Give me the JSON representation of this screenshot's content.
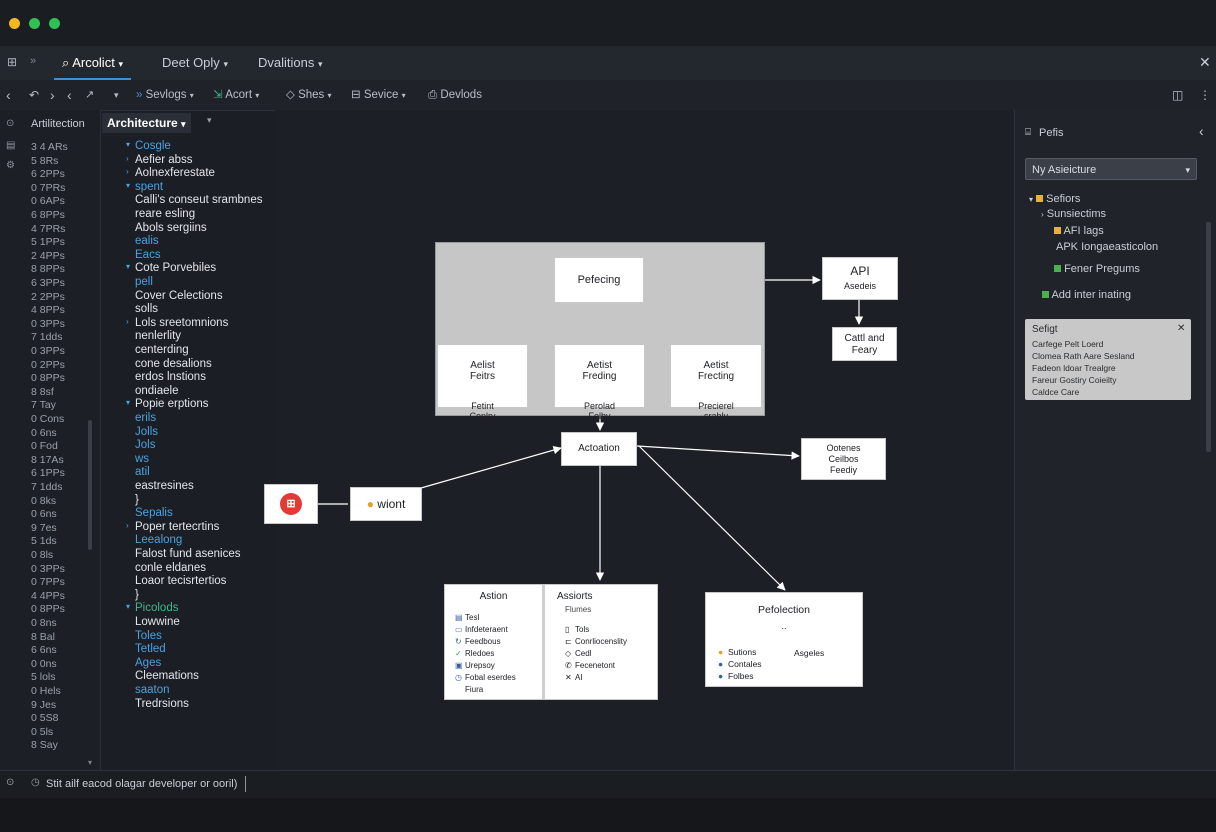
{
  "tabs": [
    "Arcolict",
    "Deet Oply",
    "Dvalitions"
  ],
  "toolbar": {
    "items": [
      "Sevlogs",
      "Acort",
      "Shes",
      "Sevice",
      "Devlods"
    ]
  },
  "left_panel": {
    "title": "Artilitection",
    "lines": [
      "3 4 ARs",
      "5 8Rs",
      "6 2PPs",
      "0 7PRs",
      "0 6APs",
      "6 8PPs",
      "4 7PRs",
      "5 1PPs",
      "2 4PPs",
      "8 8PPs",
      "6 3PPs",
      "2 2PPs",
      "4 8PPs",
      "0 3PPs",
      "7 1dds",
      "0 3PPs",
      "0 2PPs",
      "0 8PPs",
      "8 8sf",
      "7 Tay",
      "0 Cons",
      "0 6ns",
      "0 Fod",
      "8 17As",
      "6 1PPs",
      "7 1dds",
      "0 8ks",
      "0 6ns",
      "9 7es",
      "5 1ds",
      "0 8ls",
      "0 3PPs",
      "0 7PPs",
      "4 4PPs",
      "0 8PPs",
      "0 8ns",
      "8 Bal",
      "6 6ns",
      "0 0ns",
      "5 lols",
      "0 Hels",
      "9 Jes",
      "0 5S8",
      "0 5ls",
      "8 Say"
    ]
  },
  "tree": {
    "header": "Architecture",
    "lines": [
      {
        "t": "Cosgle",
        "c": "blue"
      },
      {
        "t": "Aefier abss",
        "c": "white"
      },
      {
        "t": "Aolnexferestate",
        "c": "white"
      },
      {
        "t": "spent",
        "c": "blue"
      },
      {
        "t": "Calli's conseut srambnes",
        "c": "white"
      },
      {
        "t": "reare esling",
        "c": "white"
      },
      {
        "t": "Abols sergiins",
        "c": "white"
      },
      {
        "t": "ealis",
        "c": "blue"
      },
      {
        "t": "Eacs",
        "c": "blue"
      },
      {
        "t": "Cote Porvebiles",
        "c": "white"
      },
      {
        "t": "pell",
        "c": "blue"
      },
      {
        "t": "Cover Celections",
        "c": "white"
      },
      {
        "t": "solls",
        "c": "white"
      },
      {
        "t": "Lols sreetomnions",
        "c": "white"
      },
      {
        "t": "nenlerlity",
        "c": "white"
      },
      {
        "t": "centerding",
        "c": "white"
      },
      {
        "t": "cone desalions",
        "c": "white"
      },
      {
        "t": "erdos lnstions",
        "c": "white"
      },
      {
        "t": "ondiaele",
        "c": "white"
      },
      {
        "t": "Popie erptions",
        "c": "white"
      },
      {
        "t": "erils",
        "c": "blue"
      },
      {
        "t": "Jolls",
        "c": "blue"
      },
      {
        "t": "Jols",
        "c": "blue"
      },
      {
        "t": "ws",
        "c": "blue"
      },
      {
        "t": "atil",
        "c": "blue"
      },
      {
        "t": "eastresines",
        "c": "white"
      },
      {
        "t": "}",
        "c": "white"
      },
      {
        "t": "Sepalis",
        "c": "blue"
      },
      {
        "t": "Poper tertecrtins",
        "c": "white"
      },
      {
        "t": "Leealong",
        "c": "blue"
      },
      {
        "t": "Falost fund asenices",
        "c": "white"
      },
      {
        "t": "conle eldanes",
        "c": "white"
      },
      {
        "t": "Loaor tecisrtertios",
        "c": "white"
      },
      {
        "t": "}",
        "c": "white"
      },
      {
        "t": "Picolods",
        "c": "green"
      },
      {
        "t": "Lowwine",
        "c": "white"
      },
      {
        "t": "Toles",
        "c": "blue"
      },
      {
        "t": "Tetled",
        "c": "blue"
      },
      {
        "t": "Ages",
        "c": "blue"
      },
      {
        "t": "Cleemations",
        "c": "white"
      },
      {
        "t": "saaton",
        "c": "blue"
      },
      {
        "t": "Tredrsions",
        "c": "white"
      }
    ]
  },
  "diagram": {
    "group_title": "Pefecing",
    "features": [
      {
        "title": "Aelist\nFeitrs",
        "sub": "Fetint\nConlry"
      },
      {
        "title": "Aetist\nFreding",
        "sub": "Perolad\nFelby"
      },
      {
        "title": "Aetist\nFrecting",
        "sub": "Precierel\nsrably"
      }
    ],
    "api": {
      "title": "API",
      "sub": "Asedeis"
    },
    "cart": "Cattl and\nFeary",
    "actoation": "Actoation",
    "outcome": "Ootenes\nCeilbos\nFeediy",
    "client_label": "wiont",
    "action_panel": {
      "title": "Astion",
      "items": [
        "Tesl",
        "Infdeteraent",
        "Feedbous",
        "Rledoes",
        "Urepsoy",
        "Fobal eserdes",
        "Fiura"
      ]
    },
    "assiorts_panel": {
      "title": "Assiorts",
      "sub": "Flumes",
      "items": [
        "Tols",
        "Conrliocenslity",
        "Cedl",
        "Fecenetont",
        "AI"
      ]
    },
    "pefolection": {
      "title": "Pefolection",
      "dots": "..",
      "left": [
        "Sutions",
        "Contales",
        "Folbes"
      ],
      "right": "Asgeles"
    }
  },
  "right_panel": {
    "title": "Pefis",
    "dropdown": "Ny Asieicture",
    "tree": [
      "Sefiors",
      "Sunsiectims",
      "AFI lags",
      "APK Iongaeasticolon",
      "Fener Pregums",
      "Add inter inating"
    ],
    "script_card": {
      "title": "Sefigt",
      "lines": [
        "Carfege Pelt Loerd",
        "Clomea Rath Aare Sesland",
        "Fadeon ldoar Trealgre",
        "Fareur Gostiry Coieilty",
        "Caldce Care"
      ]
    }
  },
  "status": "Stit ailf eacod olagar developer or ooril)",
  "colors": {
    "accent": "#3d8fd6",
    "tree_blue": "#4aa3e0",
    "tree_green": "#3fb78a",
    "group_bg": "#c6c6c6",
    "client_red": "#e53935",
    "folder_yellow": "#e8b23a",
    "folder_green": "#4caf50"
  }
}
